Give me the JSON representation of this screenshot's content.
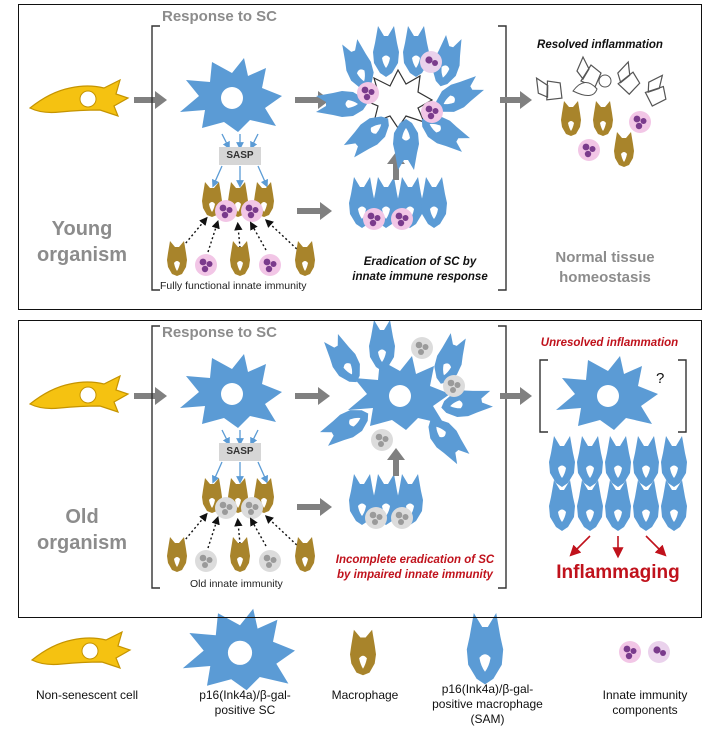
{
  "young": {
    "organism_label": [
      "Young",
      "organism"
    ],
    "response_label": "Response to SC",
    "sasp_label": "SASP",
    "immunity_label": "Fully functional innate immunity",
    "eradication_label": [
      "Eradication of SC by",
      "innate immune response"
    ],
    "outcome_label": "Resolved inflammation",
    "homeostasis_label": [
      "Normal tissue",
      "homeostasis"
    ]
  },
  "old": {
    "organism_label": [
      "Old",
      "organism"
    ],
    "response_label": "Response to SC",
    "sasp_label": "SASP",
    "immunity_label": "Old innate immunity",
    "eradication_label": [
      "Incomplete eradication of SC",
      "by impaired innate immunity"
    ],
    "outcome_label": "Unresolved inflammation",
    "question_mark": "?",
    "inflammaging_label": "Inflammaging"
  },
  "legend": {
    "non_senescent": "Non-senescent  cell",
    "senescent": [
      "p16(Ink4a)/β-gal-",
      "positive SC"
    ],
    "macrophage": "Macrophage",
    "sam": [
      "p16(Ink4a)/β-gal-",
      "positive macrophage",
      "(SAM)"
    ],
    "innate": [
      "Innate immunity",
      "components"
    ]
  },
  "colors": {
    "senescent_blue": "#5b9bd5",
    "macrophage_gold": "#a8842b",
    "yellow_cell": "#f5c211",
    "neutrophil_pink": "#f2c6e6",
    "nucleus_purple": "#7a3b8c",
    "impaired_grey": "#d4d4d4",
    "highlight_red": "#c0121c",
    "label_grey": "#8c8c8c"
  }
}
